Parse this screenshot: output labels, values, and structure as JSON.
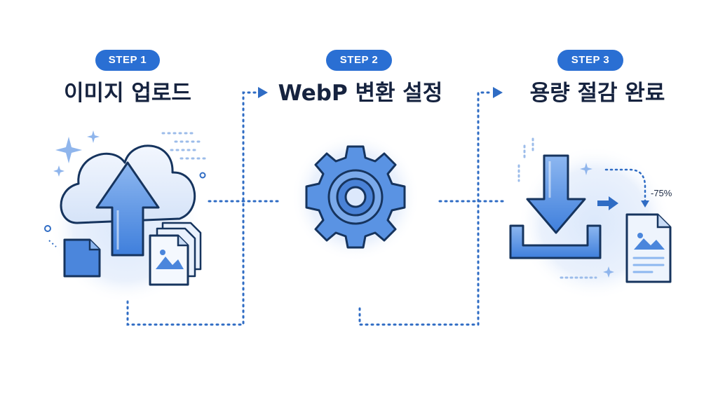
{
  "steps": [
    {
      "badge": "STEP 1",
      "title": "이미지 업로드"
    },
    {
      "badge": "STEP 2",
      "title": "WebP 변환 설정"
    },
    {
      "badge": "STEP 3",
      "title": "용량 절감 완료"
    }
  ],
  "reduction_label": "-75%",
  "colors": {
    "accent": "#2a6fd3",
    "title": "#16233f",
    "icon_fill": "#5a93e3",
    "icon_stroke": "#16345e",
    "connector": "#2f6cc4",
    "glow": "#dfeafb"
  },
  "icons": [
    "cloud-upload-icon",
    "gear-icon",
    "download-icon",
    "image-file-icon",
    "sparkle-icon"
  ]
}
